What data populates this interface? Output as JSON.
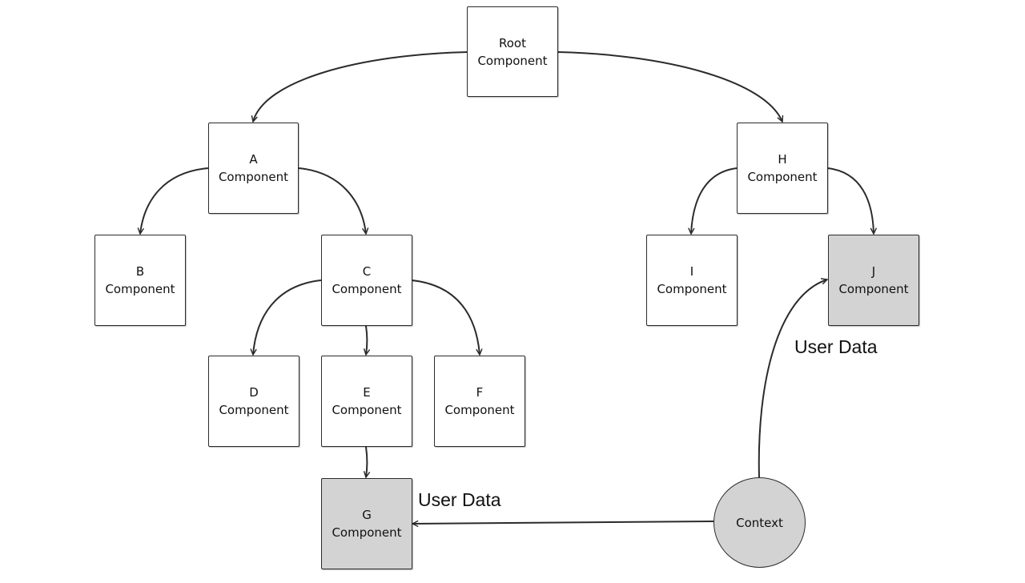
{
  "nodes": {
    "root": {
      "line1": "Root",
      "line2": "Component"
    },
    "a": {
      "line1": "A",
      "line2": "Component"
    },
    "b": {
      "line1": "B",
      "line2": "Component"
    },
    "c": {
      "line1": "C",
      "line2": "Component"
    },
    "d": {
      "line1": "D",
      "line2": "Component"
    },
    "e": {
      "line1": "E",
      "line2": "Component"
    },
    "f": {
      "line1": "F",
      "line2": "Component"
    },
    "g": {
      "line1": "G",
      "line2": "Component"
    },
    "h": {
      "line1": "H",
      "line2": "Component"
    },
    "i": {
      "line1": "I",
      "line2": "Component"
    },
    "j": {
      "line1": "J",
      "line2": "Component"
    },
    "context": {
      "label": "Context"
    }
  },
  "edge_labels": {
    "to_j": "User Data",
    "to_g": "User Data"
  },
  "colors": {
    "highlight_fill": "#d3d3d3",
    "stroke": "#2b2b2b"
  }
}
